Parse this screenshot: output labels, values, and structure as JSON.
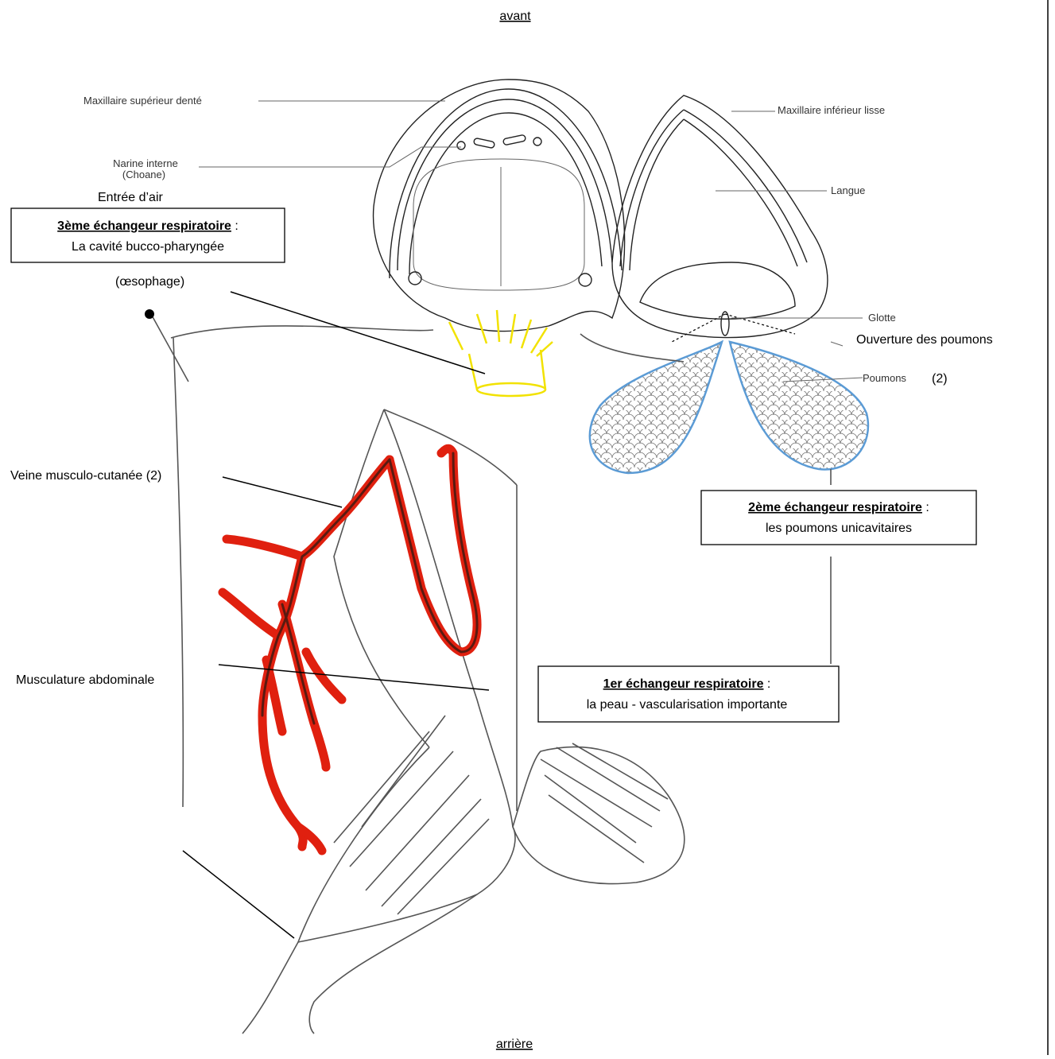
{
  "orientation": {
    "top": "avant",
    "bottom": "arrière"
  },
  "mouth_labels": {
    "upper_jaw": "Maxillaire supérieur denté",
    "lower_jaw": "Maxillaire inférieur lisse",
    "nostril": "Narine interne",
    "choane": "(Choane)",
    "tongue": "Langue",
    "glottis": "Glotte",
    "lungs": "Poumons"
  },
  "annotations": {
    "air_entry": "Entrée d’air",
    "oesophagus": "(œsophage)",
    "lung_opening": "Ouverture des poumons",
    "lungs_count": "(2)",
    "vein": "Veine musculo-cutanée (2)",
    "muscles": "Musculature abdominale"
  },
  "exchangers": [
    {
      "title": "3ème échangeur respiratoire",
      "suffix": " :",
      "text": "La cavité bucco-pharyngée"
    },
    {
      "title": "2ème échangeur respiratoire",
      "suffix": " :",
      "text": "les poumons unicavitaires"
    },
    {
      "title": "1er échangeur respiratoire",
      "suffix": " :",
      "text": "la peau - vascularisation importante"
    }
  ],
  "colors": {
    "vein": "#e0200f",
    "vein_core": "#5a1a10",
    "lung_outline": "#5b9bd5",
    "oesophagus": "#f2e200",
    "ink": "#222222"
  }
}
